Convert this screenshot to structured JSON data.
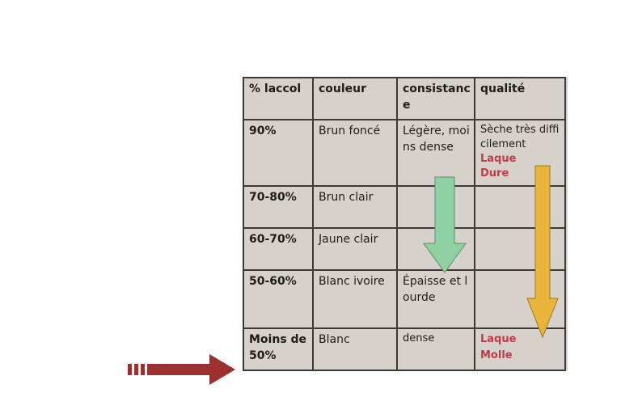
{
  "table": {
    "headers": [
      "% laccol",
      "couleur",
      "consistance",
      "qualité"
    ],
    "rows": [
      {
        "pct": "90%",
        "couleur": "Brun foncé",
        "consistance": "Légère, moins dense",
        "qualite": "Sèche très difficilement",
        "qualite_red": [
          "Laque",
          "Dure"
        ]
      },
      {
        "pct": "70-80%",
        "couleur": "Brun clair",
        "consistance": "",
        "qualite": "",
        "qualite_red": []
      },
      {
        "pct": "60-70%",
        "couleur": "Jaune clair",
        "consistance": "",
        "qualite": "",
        "qualite_red": []
      },
      {
        "pct": "50-60%",
        "couleur": "Blanc ivoire",
        "consistance": "Épaisse et lourde",
        "qualite": "",
        "qualite_red": []
      },
      {
        "pct": "Moins de 50%",
        "couleur": "Blanc",
        "consistance": "dense",
        "qualite": "",
        "qualite_red": [
          "Laque",
          "Molle"
        ]
      }
    ]
  },
  "colors": {
    "green_arrow": "#8fd1a0",
    "yellow_arrow": "#e9b43a",
    "red_arrow": "#9e2f2f",
    "red_text": "#c23a4a"
  },
  "icons": {
    "pointer": "arrow-right-icon",
    "green": "arrow-down-icon",
    "yellow": "arrow-down-icon"
  }
}
